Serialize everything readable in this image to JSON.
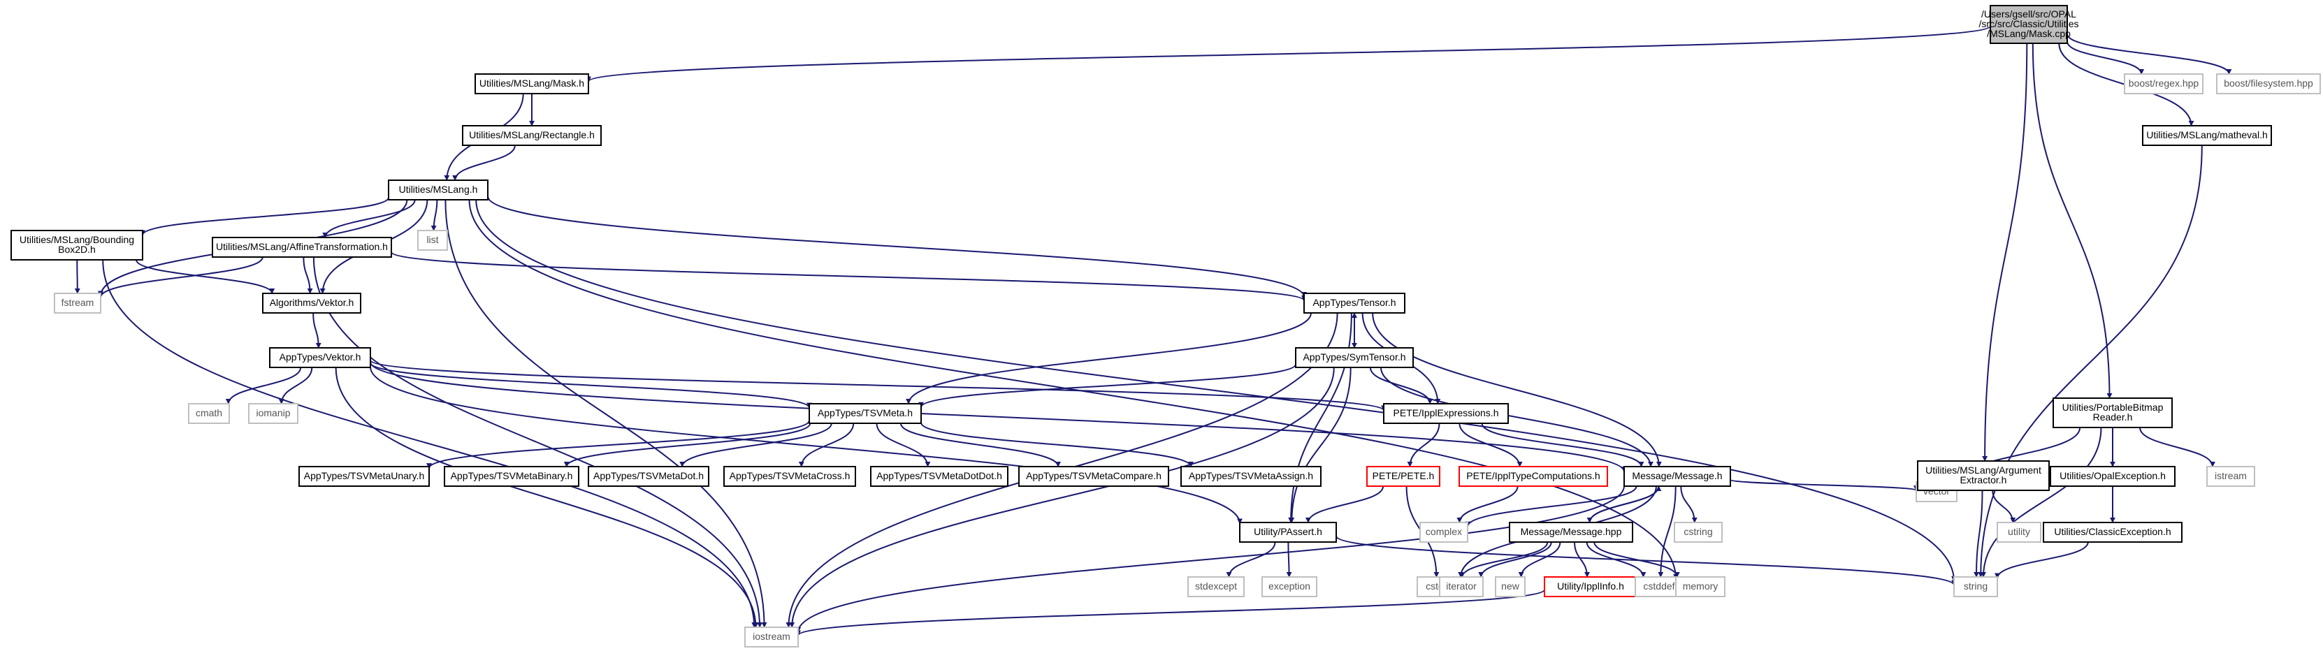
{
  "graph": {
    "colors": {
      "edge": "#191970",
      "node_border": "#000000",
      "root_fill": "#bfbfbf",
      "ext_border": "#bfbfbf",
      "ext_text": "#555555",
      "red_border": "#ff0000"
    },
    "nodes": [
      {
        "id": "root",
        "kind": "root",
        "lines": [
          "/Users/gsell/src/OPAL",
          "/src/src/Classic/Utilities",
          "/MSLang/Mask.cpp"
        ]
      },
      {
        "id": "mask_h",
        "kind": "doc",
        "lines": [
          "Utilities/MSLang/Mask.h"
        ]
      },
      {
        "id": "rectangle_h",
        "kind": "doc",
        "lines": [
          "Utilities/MSLang/Rectangle.h"
        ]
      },
      {
        "id": "mslang_h",
        "kind": "doc",
        "lines": [
          "Utilities/MSLang.h"
        ]
      },
      {
        "id": "bbox_h",
        "kind": "doc",
        "lines": [
          "Utilities/MSLang/Bounding",
          "Box2D.h"
        ]
      },
      {
        "id": "affine_h",
        "kind": "doc",
        "lines": [
          "Utilities/MSLang/AffineTransformation.h"
        ]
      },
      {
        "id": "fstream",
        "kind": "ext",
        "lines": [
          "fstream"
        ]
      },
      {
        "id": "alg_vektor",
        "kind": "doc",
        "lines": [
          "Algorithms/Vektor.h"
        ]
      },
      {
        "id": "list",
        "kind": "ext",
        "lines": [
          "list"
        ]
      },
      {
        "id": "app_vektor",
        "kind": "doc",
        "lines": [
          "AppTypes/Vektor.h"
        ]
      },
      {
        "id": "cmath",
        "kind": "ext",
        "lines": [
          "cmath"
        ]
      },
      {
        "id": "iomanip",
        "kind": "ext",
        "lines": [
          "iomanip"
        ]
      },
      {
        "id": "tensor",
        "kind": "doc",
        "lines": [
          "AppTypes/Tensor.h"
        ]
      },
      {
        "id": "symtensor",
        "kind": "doc",
        "lines": [
          "AppTypes/SymTensor.h"
        ]
      },
      {
        "id": "tsvmeta",
        "kind": "doc",
        "lines": [
          "AppTypes/TSVMeta.h"
        ]
      },
      {
        "id": "ipplexpr",
        "kind": "doc",
        "lines": [
          "PETE/IpplExpressions.h"
        ]
      },
      {
        "id": "tsv_unary",
        "kind": "doc",
        "lines": [
          "AppTypes/TSVMetaUnary.h"
        ]
      },
      {
        "id": "tsv_binary",
        "kind": "doc",
        "lines": [
          "AppTypes/TSVMetaBinary.h"
        ]
      },
      {
        "id": "tsv_dot",
        "kind": "doc",
        "lines": [
          "AppTypes/TSVMetaDot.h"
        ]
      },
      {
        "id": "tsv_cross",
        "kind": "doc",
        "lines": [
          "AppTypes/TSVMetaCross.h"
        ]
      },
      {
        "id": "tsv_dotdot",
        "kind": "doc",
        "lines": [
          "AppTypes/TSVMetaDotDot.h"
        ]
      },
      {
        "id": "tsv_compare",
        "kind": "doc",
        "lines": [
          "AppTypes/TSVMetaCompare.h"
        ]
      },
      {
        "id": "tsv_assign",
        "kind": "doc",
        "lines": [
          "AppTypes/TSVMetaAssign.h"
        ]
      },
      {
        "id": "pete_h",
        "kind": "red",
        "lines": [
          "PETE/PETE.h"
        ]
      },
      {
        "id": "ipplcomp",
        "kind": "red",
        "lines": [
          "PETE/IpplTypeComputations.h"
        ]
      },
      {
        "id": "message_h",
        "kind": "doc",
        "lines": [
          "Message/Message.h"
        ]
      },
      {
        "id": "complex",
        "kind": "ext",
        "lines": [
          "complex"
        ]
      },
      {
        "id": "cstring",
        "kind": "ext",
        "lines": [
          "cstring"
        ]
      },
      {
        "id": "message_hpp",
        "kind": "doc",
        "lines": [
          "Message/Message.hpp"
        ]
      },
      {
        "id": "passert",
        "kind": "doc",
        "lines": [
          "Utility/PAssert.h"
        ]
      },
      {
        "id": "stdexcept",
        "kind": "ext",
        "lines": [
          "stdexcept"
        ]
      },
      {
        "id": "exception",
        "kind": "ext",
        "lines": [
          "exception"
        ]
      },
      {
        "id": "cstdlib",
        "kind": "ext",
        "lines": [
          "cstdlib"
        ]
      },
      {
        "id": "iterator",
        "kind": "ext",
        "lines": [
          "iterator"
        ]
      },
      {
        "id": "new",
        "kind": "ext",
        "lines": [
          "new"
        ]
      },
      {
        "id": "ipplinfo",
        "kind": "red",
        "lines": [
          "Utility/IpplInfo.h"
        ]
      },
      {
        "id": "cstddef",
        "kind": "ext",
        "lines": [
          "cstddef"
        ]
      },
      {
        "id": "memory",
        "kind": "ext",
        "lines": [
          "memory"
        ]
      },
      {
        "id": "iostream",
        "kind": "ext",
        "lines": [
          "iostream"
        ]
      },
      {
        "id": "string",
        "kind": "ext",
        "lines": [
          "string"
        ]
      },
      {
        "id": "vector",
        "kind": "ext",
        "lines": [
          "vector"
        ]
      },
      {
        "id": "boost_regex",
        "kind": "ext",
        "lines": [
          "boost/regex.hpp"
        ]
      },
      {
        "id": "boost_fs",
        "kind": "ext",
        "lines": [
          "boost/filesystem.hpp"
        ]
      },
      {
        "id": "matheval",
        "kind": "doc",
        "lines": [
          "Utilities/MSLang/matheval.h"
        ]
      },
      {
        "id": "argextract",
        "kind": "doc",
        "lines": [
          "Utilities/MSLang/Argument",
          "Extractor.h"
        ]
      },
      {
        "id": "utility",
        "kind": "ext",
        "lines": [
          "utility"
        ]
      },
      {
        "id": "pbm",
        "kind": "doc",
        "lines": [
          "Utilities/PortableBitmap",
          "Reader.h"
        ]
      },
      {
        "id": "opalexc",
        "kind": "doc",
        "lines": [
          "Utilities/OpalException.h"
        ]
      },
      {
        "id": "classicexc",
        "kind": "doc",
        "lines": [
          "Utilities/ClassicException.h"
        ]
      },
      {
        "id": "istream",
        "kind": "ext",
        "lines": [
          "istream"
        ]
      }
    ]
  }
}
